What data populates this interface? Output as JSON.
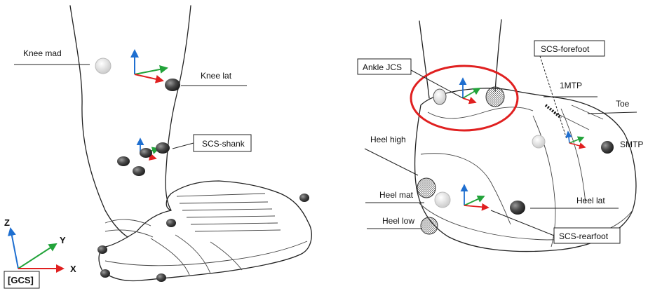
{
  "colors": {
    "axis_x": "#e02020",
    "axis_y": "#22a33a",
    "axis_z": "#1f6fd0",
    "highlight_circle": "#e02020",
    "marker_dark": "#3a3a3a",
    "marker_light": "#d8d8d8"
  },
  "left_panel": {
    "labels": {
      "knee_mad": "Knee mad",
      "knee_lat": "Knee lat",
      "scs_shank": "SCS-shank"
    },
    "gcs": {
      "box_label": "[GCS]",
      "x_label": "X",
      "y_label": "Y",
      "z_label": "Z"
    }
  },
  "right_panel": {
    "labels": {
      "ankle_jcs": "Ankle JCS",
      "scs_forefoot": "SCS-forefoot",
      "mtp1": "1MTP",
      "toe": "Toe",
      "heel_high": "Heel high",
      "smtp": "SMTP",
      "heel_mat": "Heel mat",
      "heel_lat": "Heel lat",
      "heel_low": "Heel low",
      "scs_rearfoot": "SCS-rearfoot"
    }
  }
}
